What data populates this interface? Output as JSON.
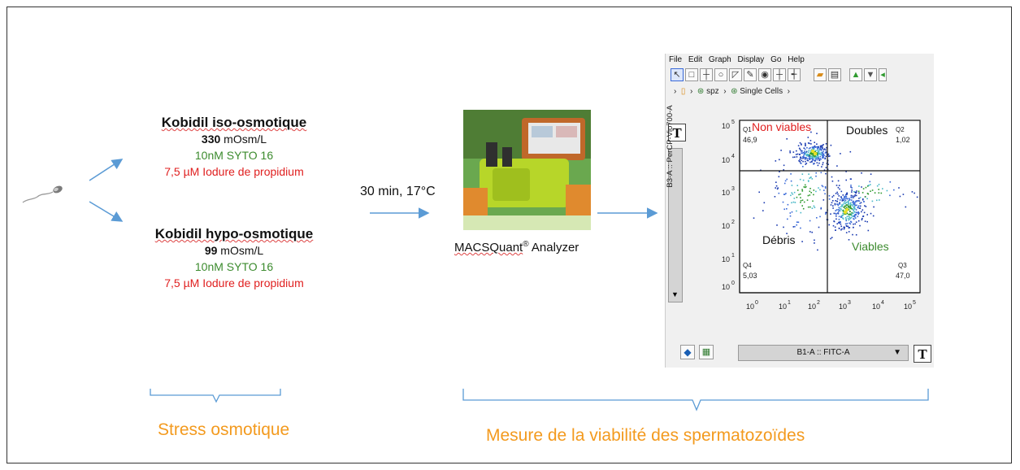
{
  "conditions": [
    {
      "title": "Kobidil iso-osmotique",
      "osm_value": "330",
      "osm_unit": "mOsm/L",
      "syto": "10nM SYTO 16",
      "pi": "7,5 µM Iodure de propidium"
    },
    {
      "title": "Kobidil hypo-osmotique",
      "osm_value": "99",
      "osm_unit": "mOsm/L",
      "syto": "10nM SYTO 16",
      "pi": "7,5 µM Iodure de propidium"
    }
  ],
  "incubation": "30 min, 17°C",
  "instrument": {
    "name": "MACSQuant",
    "reg": "®",
    "suffix": "Analyzer"
  },
  "cytometer": {
    "menu": [
      "File",
      "Edit",
      "Graph",
      "Display",
      "Go",
      "Help"
    ],
    "breadcrumb": [
      "spz",
      "Single Cells"
    ],
    "y_axis_label": "B3-A :: PerCP-Vio700-A",
    "x_axis_label": "B1-A :: FITC-A",
    "quadrants": [
      {
        "id": "Q1",
        "name": "Non viables",
        "percent": "46,9",
        "name_color": "#e02020"
      },
      {
        "id": "Q2",
        "name": "Doubles",
        "percent": "1,02",
        "name_color": "#111111"
      },
      {
        "id": "Q4",
        "name": "Débris",
        "percent": "5,03",
        "name_color": "#111111"
      },
      {
        "id": "Q3",
        "name": "Viables",
        "percent": "47,0",
        "name_color": "#3c8b2e"
      }
    ],
    "ticks": [
      "10",
      "10",
      "10",
      "10",
      "10",
      "10"
    ],
    "tick_exponents": [
      "0",
      "1",
      "2",
      "3",
      "4",
      "5"
    ]
  },
  "labels": {
    "stress": "Stress osmotique",
    "measure": "Mesure de la viabilité  des spermatozoïdes"
  },
  "colors": {
    "accent_orange": "#f39a1e",
    "arrow_blue": "#5b9bd5",
    "syto_green": "#3c8b2e",
    "pi_red": "#e02020"
  }
}
